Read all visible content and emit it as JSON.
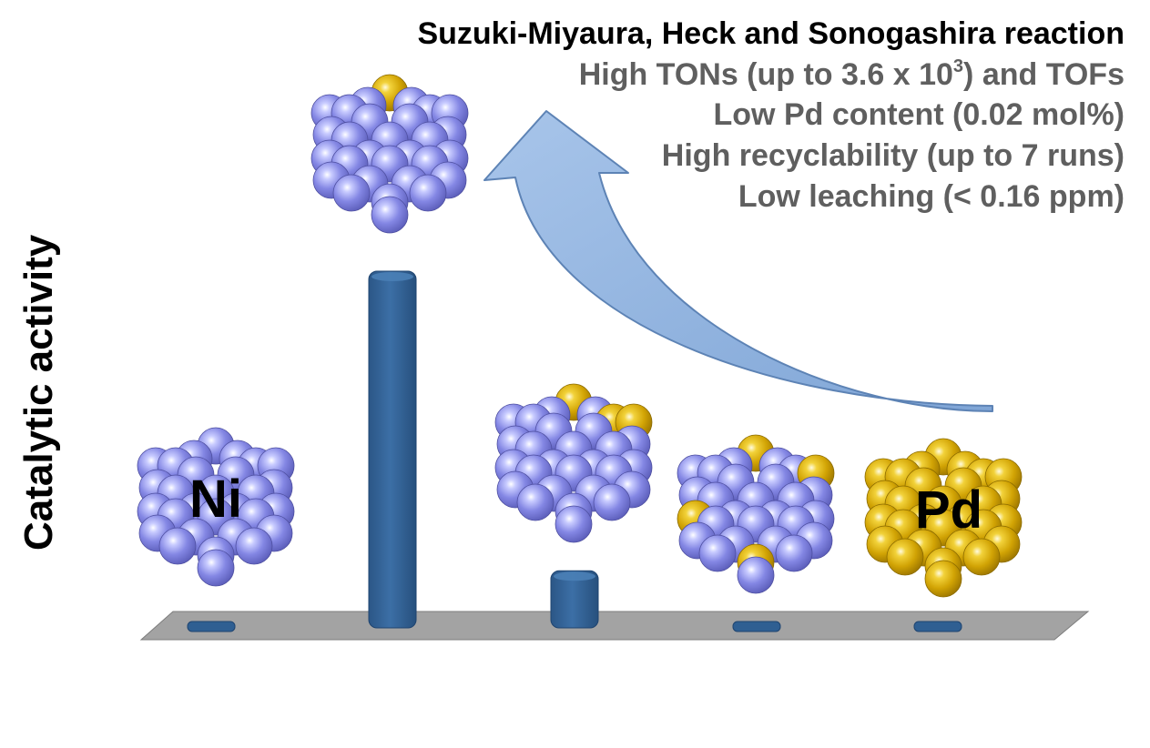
{
  "title_lines": [
    "Suzuki-Miyaura, Heck and Sonogashira reaction",
    "High TONs (up to 3.6 x 10",
    "3",
    ") and TOFs",
    "Low Pd content (0.02 mol%)",
    "High recyclability (up to 7 runs)",
    "Low leaching (< 0.16 ppm)"
  ],
  "colors": {
    "bar": "#2f5f92",
    "bar_light": "#4a7fb6",
    "floor": "#a3a3a3",
    "arrow": "#8fb3de",
    "ni_atom": "#7b7ede",
    "pd_atom": "#d4a800"
  },
  "chart_data": {
    "type": "bar",
    "ylabel": "Catalytic activity",
    "xlabel": "",
    "categories": [
      "Ni",
      "",
      "",
      "",
      "Pd"
    ],
    "values": [
      0.3,
      10,
      1.6,
      0.3,
      0.3
    ],
    "ylim": [
      0,
      10
    ],
    "grid": false,
    "legend": "none",
    "bar_style": "3d",
    "category_markers": [
      {
        "kind": "cluster",
        "pd_fraction": 0,
        "label": "Ni"
      },
      {
        "kind": "cluster",
        "pd_fraction": 0.05,
        "label": ""
      },
      {
        "kind": "cluster",
        "pd_fraction": 0.15,
        "label": ""
      },
      {
        "kind": "cluster",
        "pd_fraction": 0.25,
        "label": ""
      },
      {
        "kind": "cluster",
        "pd_fraction": 1,
        "label": "Pd"
      }
    ],
    "annotation": "curved arrow pointing from the Pd bar to the top of the second bar"
  }
}
